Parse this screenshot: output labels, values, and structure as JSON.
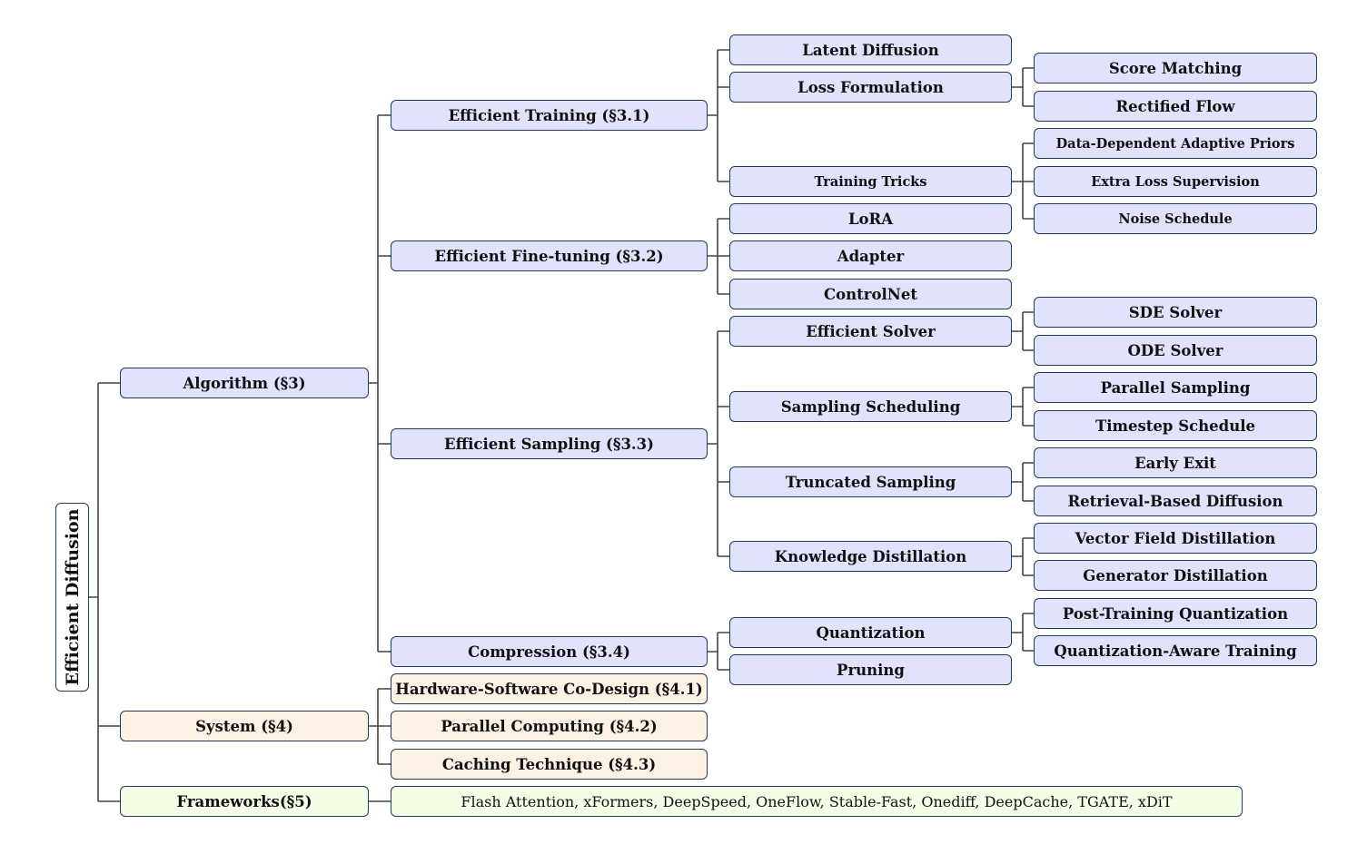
{
  "root": "Efficient Diffusion",
  "level1": {
    "algorithm": "Algorithm (§3)",
    "system": "System (§4)",
    "frameworks": "Frameworks(§5)"
  },
  "algorithm": {
    "training": "Efficient Training (§3.1)",
    "finetuning": "Efficient Fine-tuning (§3.2)",
    "sampling": "Efficient Sampling (§3.3)",
    "compression": "Compression (§3.4)"
  },
  "training": {
    "latent_diffusion": "Latent Diffusion",
    "loss_formulation": "Loss Formulation",
    "training_tricks": "Training Tricks"
  },
  "loss_formulation": {
    "score_matching": "Score Matching",
    "rectified_flow": "Rectified Flow"
  },
  "training_tricks": {
    "data_priors": "Data-Dependent Adaptive Priors",
    "extra_loss": "Extra Loss Supervision",
    "noise_schedule": "Noise Schedule"
  },
  "finetuning": {
    "lora": "LoRA",
    "adapter": "Adapter",
    "controlnet": "ControlNet"
  },
  "sampling": {
    "efficient_solver": "Efficient Solver",
    "sampling_scheduling": "Sampling Scheduling",
    "truncated_sampling": "Truncated Sampling",
    "knowledge_distillation": "Knowledge Distillation"
  },
  "efficient_solver": {
    "sde": "SDE Solver",
    "ode": "ODE Solver"
  },
  "sampling_scheduling": {
    "parallel": "Parallel Sampling",
    "timestep": "Timestep Schedule"
  },
  "truncated_sampling": {
    "early_exit": "Early Exit",
    "retrieval": "Retrieval-Based Diffusion"
  },
  "knowledge_distillation": {
    "vector_field": "Vector Field Distillation",
    "generator": "Generator Distillation"
  },
  "compression": {
    "quantization": "Quantization",
    "pruning": "Pruning"
  },
  "quantization": {
    "ptq": "Post-Training Quantization",
    "qat": "Quantization-Aware Training"
  },
  "system": {
    "codesign": "Hardware-Software Co-Design (§4.1)",
    "parallel": "Parallel Computing (§4.2)",
    "caching": "Caching Technique (§4.3)"
  },
  "frameworks": {
    "list": "Flash Attention, xFormers, DeepSpeed, OneFlow, Stable-Fast, Onediff, DeepCache, TGATE, xDiT"
  },
  "colors": {
    "algorithm_fill": "#e1e2fb",
    "system_fill": "#fdf1e4",
    "frameworks_fill": "#f6fde6",
    "border": "#1f3b5e",
    "connector": "#444444"
  }
}
